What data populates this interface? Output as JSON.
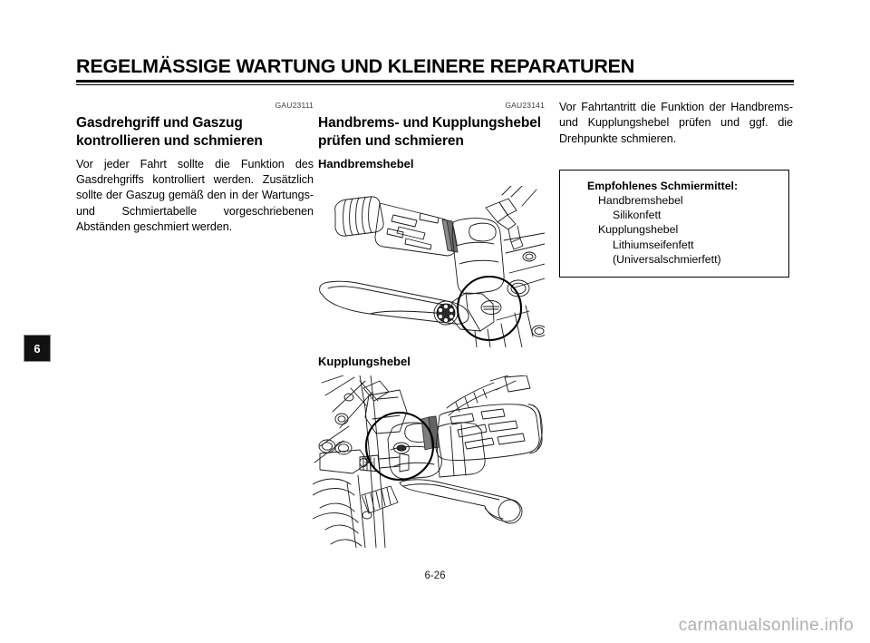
{
  "document": {
    "header_title": "REGELMÄSSIGE WARTUNG UND KLEINERE REPARATUREN",
    "chapter_tab": "6",
    "page_number": "6-26",
    "watermark": "carmanualsonline.info"
  },
  "left_column": {
    "gau_code": "GAU23111",
    "section_title": "Gasdrehgriff und Gaszug kontrollieren und schmieren",
    "body": "Vor jeder Fahrt sollte die Funktion des Gasdrehgriffs kontrolliert werden. Zusätzlich sollte der Gaszug gemäß den in der Wartungs- und Schmiertabelle vorgeschriebenen Abständen geschmiert werden."
  },
  "middle_column": {
    "gau_code": "GAU23141",
    "section_title": "Handbrems- und Kupplungshebel prüfen und schmieren",
    "sub_title_1": "Handbremshebel",
    "sub_title_2": "Kupplungshebel",
    "figure_1_name": "handbremshebel-illustration",
    "figure_2_name": "kupplungshebel-illustration"
  },
  "right_column": {
    "body": "Vor Fahrtantritt die Funktion der Handbrems- und Kupplungshebel prüfen und ggf. die Drehpunkte schmieren.",
    "lubricant_box": {
      "title": "Empfohlenes Schmiermittel:",
      "item_1_label": "Handbremshebel",
      "item_1_value": "Silikonfett",
      "item_2_label": "Kupplungshebel",
      "item_2_value": "Lithiumseifenfett",
      "item_2_note": "(Universalschmierfett)"
    }
  },
  "colors": {
    "ink": "#000000",
    "watermark": "#b0b0b0",
    "tab_background": "#111111"
  }
}
